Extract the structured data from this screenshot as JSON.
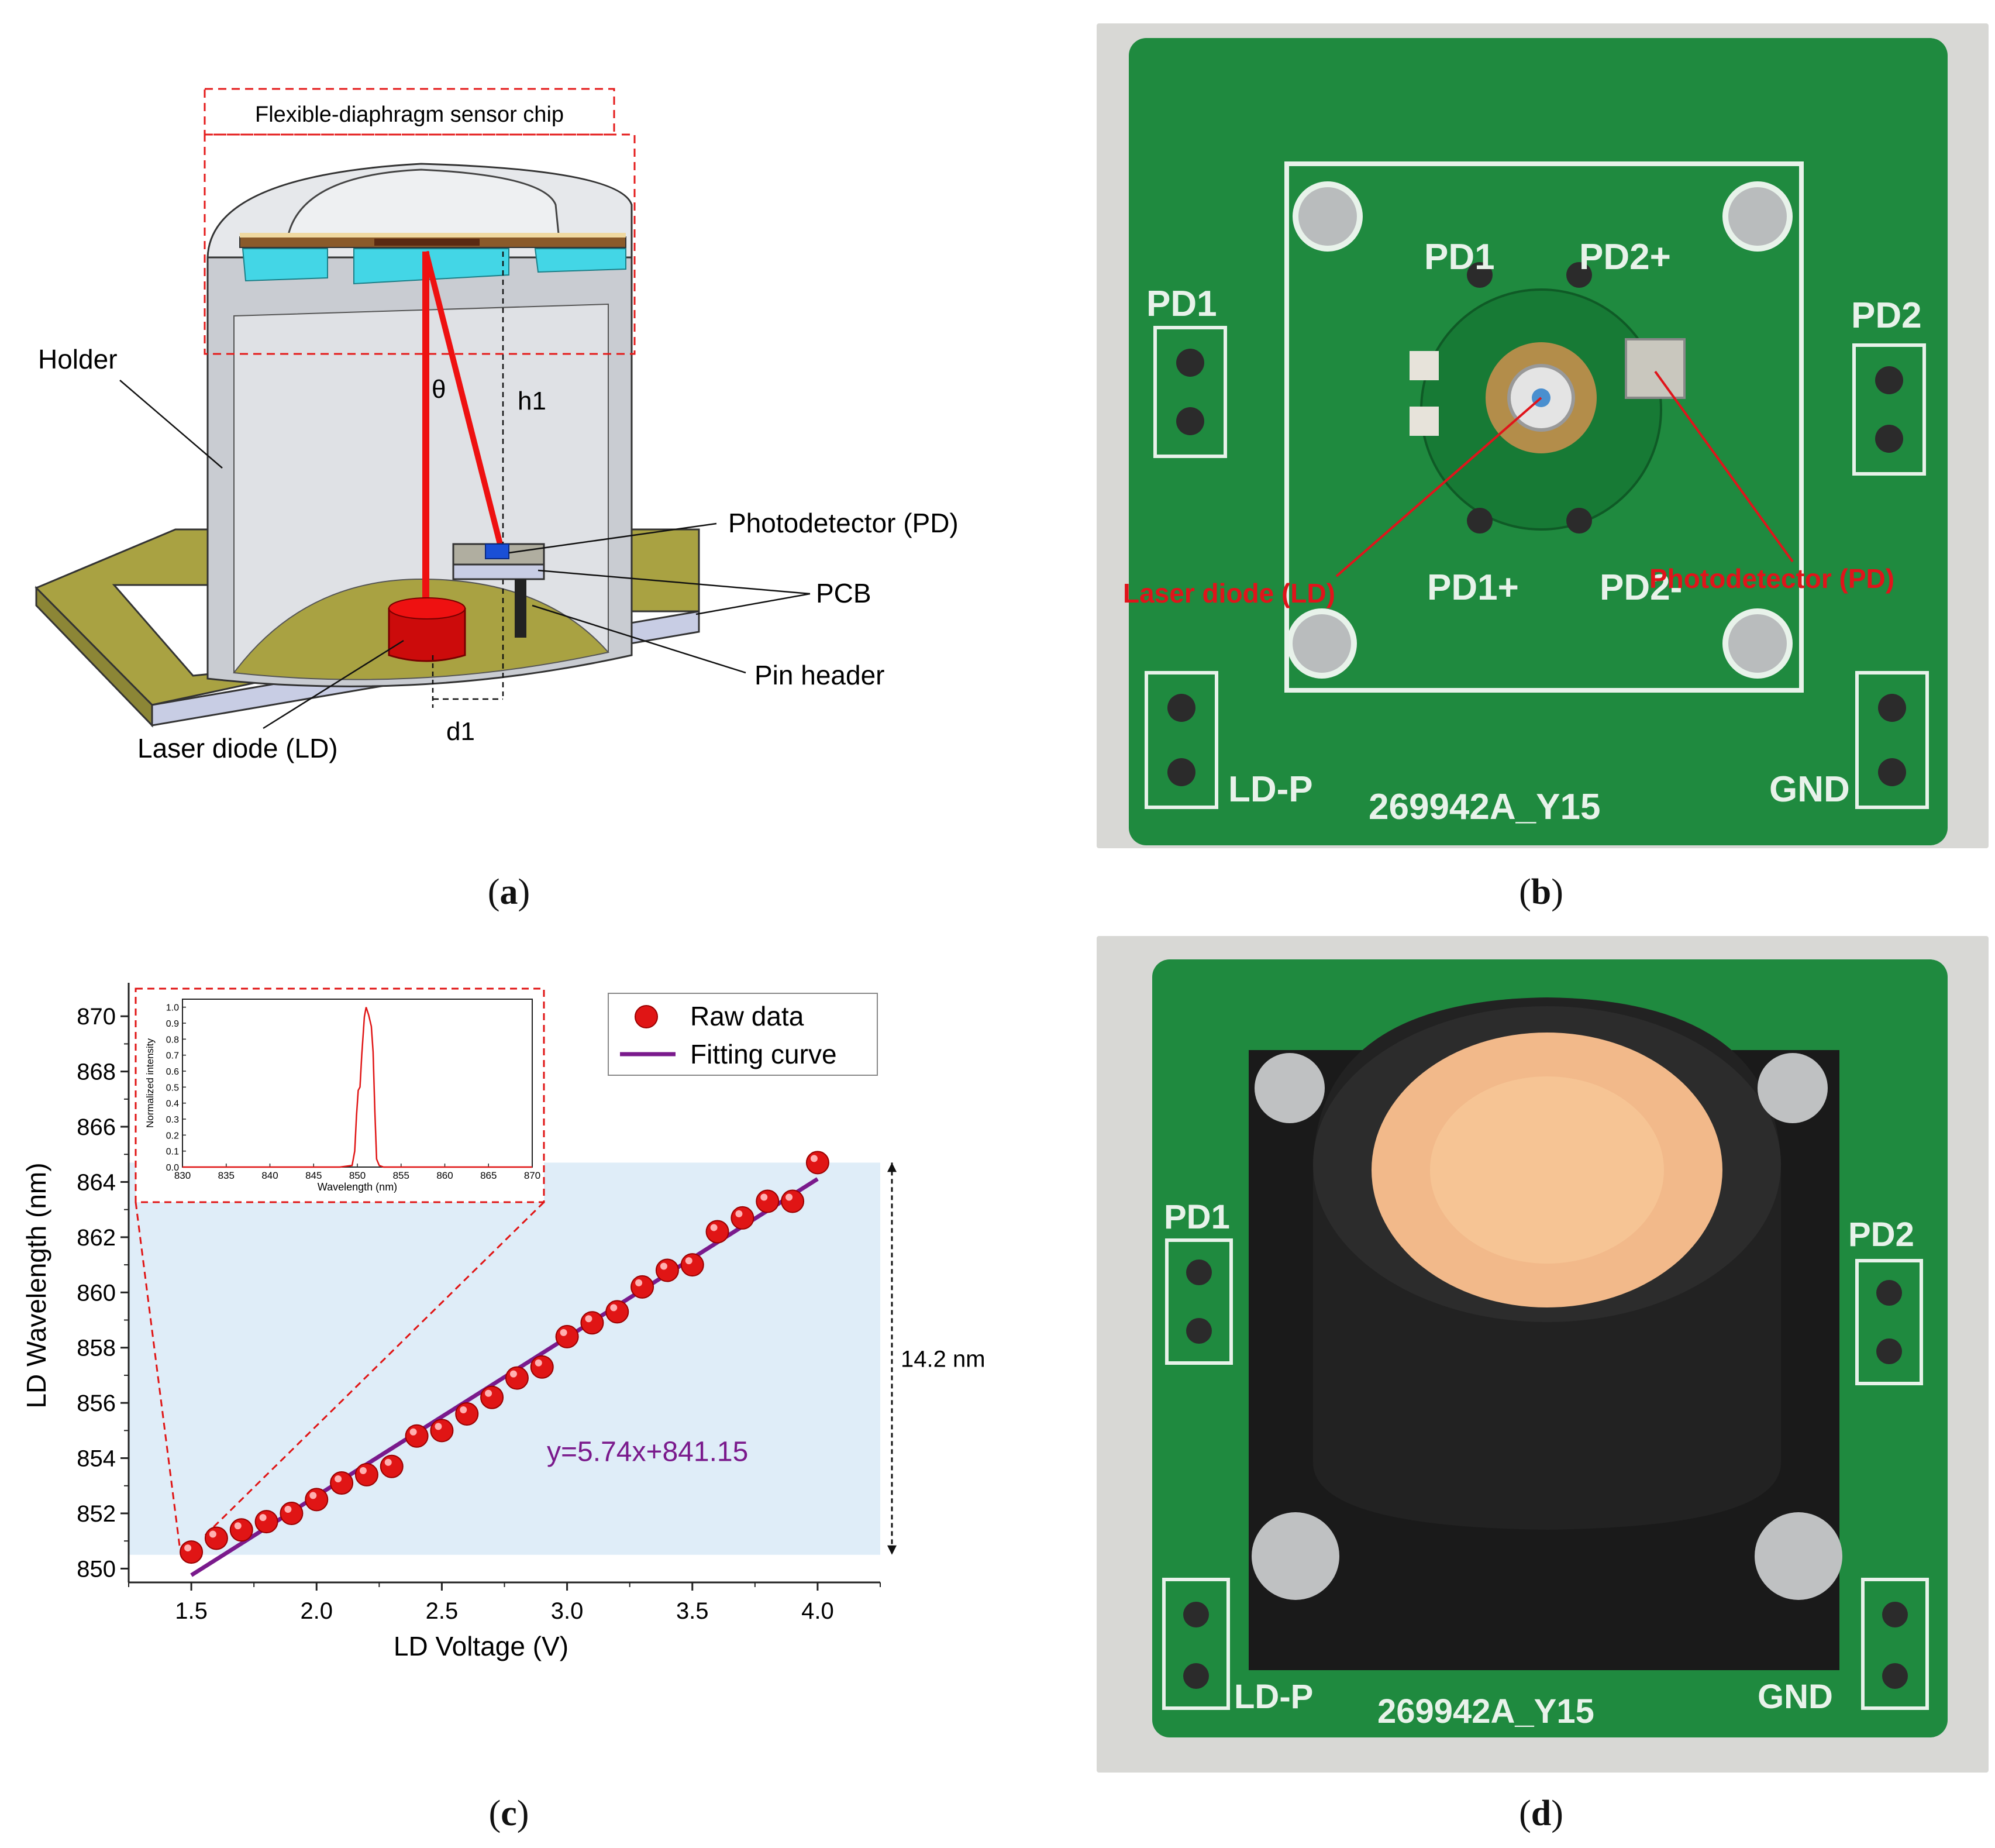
{
  "panels": {
    "a": {
      "caption_letter": "a",
      "labels": {
        "chip": "Flexible-diaphragm sensor chip",
        "holder": "Holder",
        "theta": "θ",
        "h1": "h1",
        "pd": "Photodetector (PD)",
        "pcb": "PCB",
        "pin_header": "Pin header",
        "ld": "Laser diode (LD)",
        "d1": "d1"
      },
      "colors": {
        "laser": "#ee1111",
        "ld_body": "#cc0b0b",
        "pcb": "#a9a242",
        "holder": "#d4d7dc",
        "window": "#43d6e6",
        "pd": "#1a4fd6"
      }
    },
    "b": {
      "caption_letter": "b",
      "pcb_text": {
        "pd1_left": "PD1",
        "pd2_right": "PD2",
        "pd1_minus": "PD1",
        "pd2_plus": "PD2+",
        "pd1_plus": "PD1+",
        "pd2_minus": "PD2-",
        "ld_p": "LD-P",
        "board_id": "269942A_Y15",
        "gnd": "GND"
      },
      "annotations": {
        "ld": "Laser diode (LD)",
        "pd": "Photodetector (PD)"
      },
      "colors": {
        "board": "#1f8a3f",
        "silk": "#e8f2ea",
        "annotation": "#e0141b"
      }
    },
    "c": {
      "caption_letter": "c",
      "legend": {
        "raw": "Raw data",
        "fit": "Fitting curve"
      },
      "equation": "y=5.74x+841.15",
      "range_label": "14.2 nm",
      "colors": {
        "points": "#e01515",
        "fit": "#7a1a8c",
        "band": "#dfedf8",
        "inset_line": "#e01515",
        "zoom_box": "#e01515"
      }
    },
    "d": {
      "caption_letter": "d",
      "pcb_text": {
        "pd1": "PD1",
        "pd2": "PD2",
        "ld_p": "LD-P",
        "board_id": "269942A_Y15",
        "gnd": "GND"
      },
      "colors": {
        "board": "#1f8a3f",
        "holder": "#1a1a1a",
        "diaphragm": "#f2b98a"
      }
    }
  },
  "chart_data": [
    {
      "type": "scatter",
      "title": "",
      "xlabel": "LD Voltage (V)",
      "ylabel": "LD Wavelength (nm)",
      "xlim": [
        1.25,
        4.25
      ],
      "ylim": [
        849.5,
        871
      ],
      "xticks": [
        "1.5",
        "2.0",
        "2.5",
        "3.0",
        "3.5",
        "4.0"
      ],
      "yticks": [
        "850",
        "852",
        "854",
        "856",
        "858",
        "860",
        "862",
        "864",
        "866",
        "868",
        "870"
      ],
      "series": [
        {
          "name": "Raw data",
          "x": [
            1.5,
            1.6,
            1.7,
            1.8,
            1.9,
            2.0,
            2.1,
            2.2,
            2.3,
            2.4,
            2.5,
            2.6,
            2.7,
            2.8,
            2.9,
            3.0,
            3.1,
            3.2,
            3.3,
            3.4,
            3.5,
            3.6,
            3.7,
            3.8,
            3.9,
            4.0
          ],
          "y": [
            850.6,
            851.1,
            851.4,
            851.7,
            852.0,
            852.5,
            853.1,
            853.4,
            853.7,
            854.8,
            855.0,
            855.6,
            856.2,
            856.9,
            857.3,
            858.4,
            858.9,
            859.3,
            860.2,
            860.8,
            861.0,
            862.2,
            862.7,
            863.3,
            863.3,
            864.7
          ]
        },
        {
          "name": "Fitting curve",
          "fit": {
            "slope": 5.74,
            "intercept": 841.15,
            "x_range": [
              1.5,
              4.0
            ]
          }
        }
      ],
      "shaded_band": {
        "y_range": [
          850.5,
          864.7
        ]
      }
    },
    {
      "type": "line",
      "title": "",
      "xlabel": "Wavelength (nm)",
      "ylabel": "Normalized intensity",
      "xlim": [
        830,
        870
      ],
      "ylim": [
        0,
        1.05
      ],
      "xticks": [
        "830",
        "835",
        "840",
        "845",
        "850",
        "855",
        "860",
        "865",
        "870"
      ],
      "yticks": [
        "0.0",
        "0.1",
        "0.2",
        "0.3",
        "0.4",
        "0.5",
        "0.6",
        "0.7",
        "0.8",
        "0.9",
        "1.0"
      ],
      "x": [
        830,
        848,
        849.4,
        849.7,
        849.9,
        850.1,
        850.3,
        850.5,
        850.8,
        851.0,
        851.3,
        851.6,
        851.8,
        852.0,
        852.2,
        852.5,
        853,
        870
      ],
      "y": [
        0.0,
        0.0,
        0.01,
        0.1,
        0.32,
        0.48,
        0.5,
        0.7,
        0.94,
        1.0,
        0.95,
        0.88,
        0.72,
        0.35,
        0.05,
        0.01,
        0.0,
        0.0
      ]
    }
  ]
}
